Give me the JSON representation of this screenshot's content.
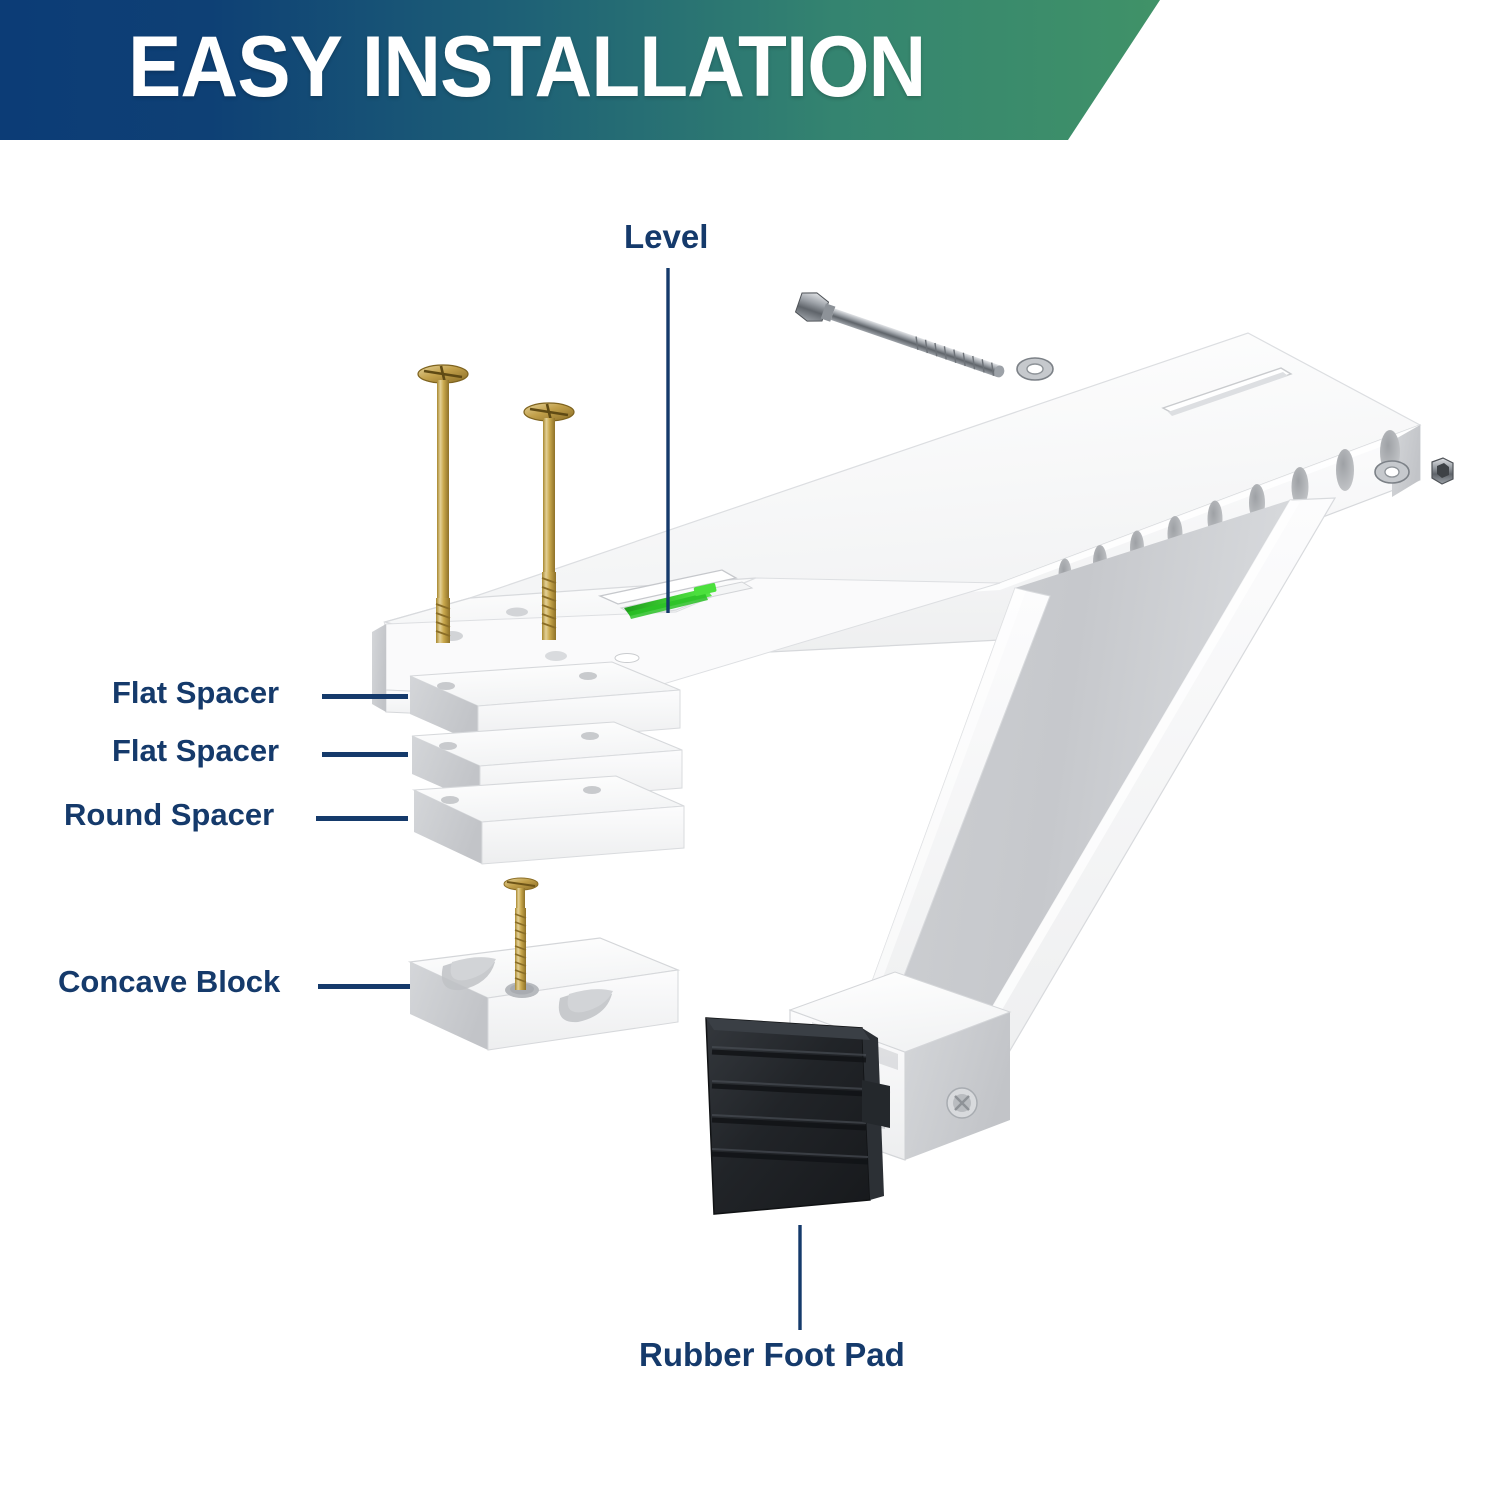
{
  "banner": {
    "title": "EASY INSTALLATION",
    "gradient_start": "#0C3C76",
    "gradient_mid": "#1C6376",
    "gradient_end": "#409268"
  },
  "label_color": "#153A6B",
  "callouts": [
    {
      "id": "level",
      "label": "Level",
      "leader": "vertical"
    },
    {
      "id": "flat-spacer-1",
      "label": "Flat Spacer",
      "leader": "horizontal"
    },
    {
      "id": "flat-spacer-2",
      "label": "Flat Spacer",
      "leader": "horizontal"
    },
    {
      "id": "round-spacer",
      "label": "Round Spacer",
      "leader": "horizontal"
    },
    {
      "id": "concave-block",
      "label": "Concave Block",
      "leader": "horizontal"
    },
    {
      "id": "rubber-foot-pad",
      "label": "Rubber Foot Pad",
      "leader": "vertical"
    }
  ],
  "parts": {
    "bracket_arm": "white horizontal support arm with oval adjustment slots",
    "diagonal_strut": "white U-channel diagonal brace",
    "wall_plate": "white mounting plate with pilot holes",
    "bubble_level": "green bubble level vial",
    "wood_screws": "two long brass countersunk wood screws",
    "short_screw": "short brass countersunk screw",
    "hex_bolt": "long steel hex-head bolt",
    "washers": "two flat steel washers",
    "hex_nut": "steel hex nut",
    "foot_bracket": "white channel foot bracket with bolt"
  },
  "colors": {
    "metal_white": "#FFFFFF",
    "metal_shade": "#D9DADC",
    "metal_shade_dark": "#BFC1C4",
    "brass_light": "#E8D69A",
    "brass": "#C9A84C",
    "brass_dark": "#9A7B2C",
    "steel": "#A9ADB2",
    "steel_dark": "#5A5E63",
    "rubber": "#222529",
    "level_green": "#2FBD2B"
  }
}
